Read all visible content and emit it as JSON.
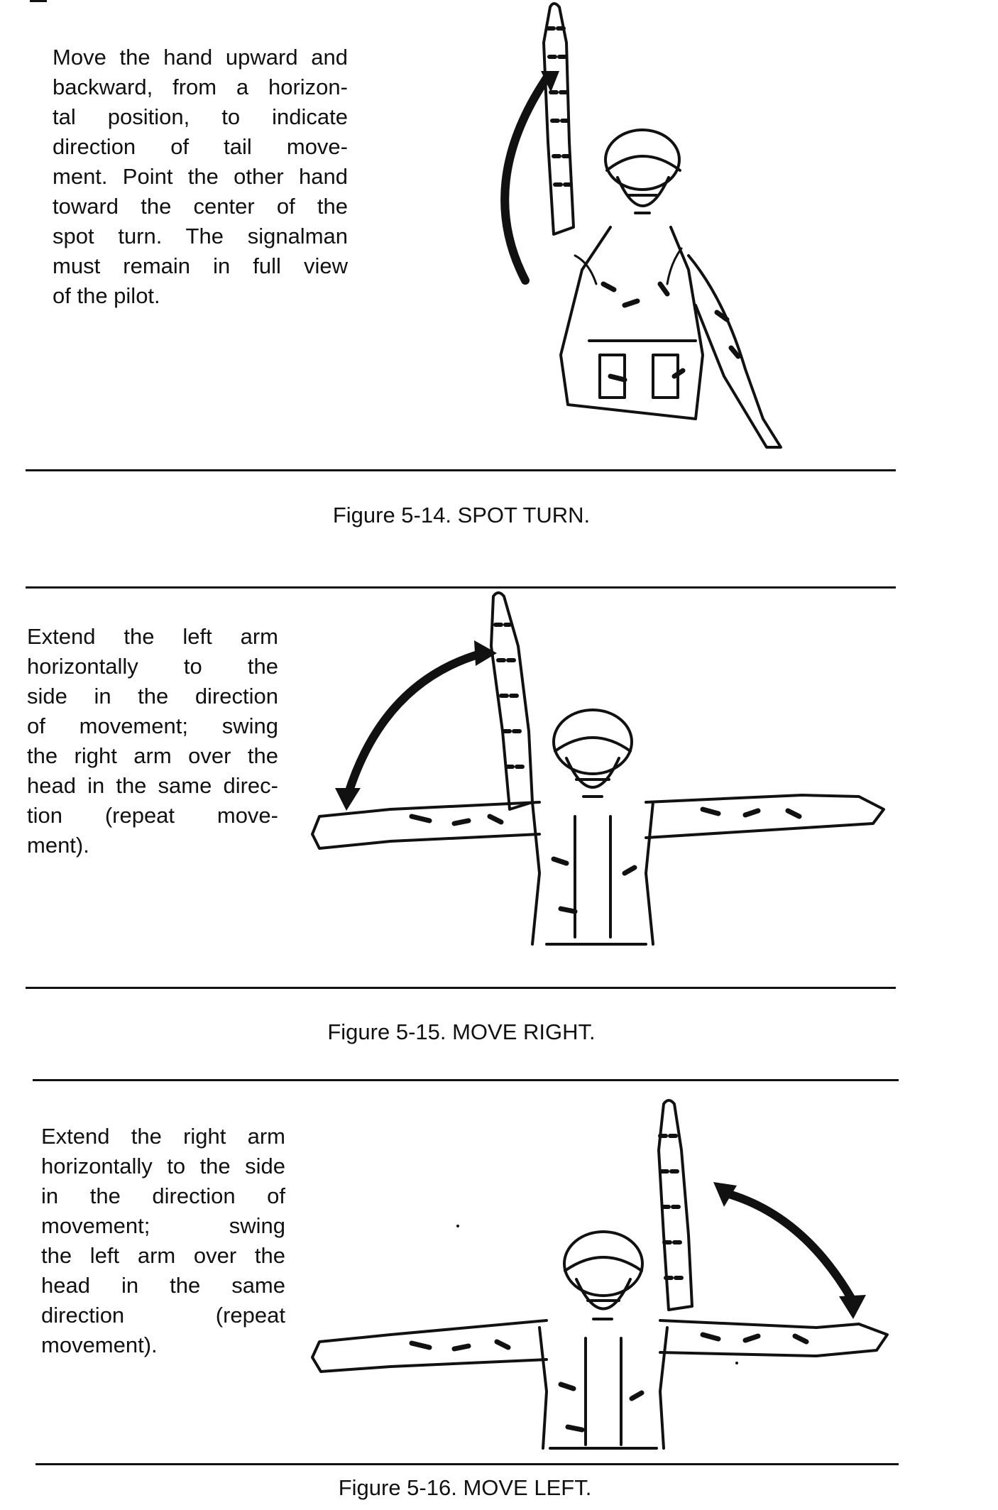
{
  "figures": [
    {
      "instruction_lines": [
        "Move the hand upward and",
        "backward, from a horizon-",
        "tal position, to indicate",
        "direction of tail move-",
        "ment. Point the other hand",
        "toward the center of the",
        "spot turn. The signalman",
        "must remain in full view",
        "of the pilot."
      ],
      "caption": "Figure 5-14.  SPOT TURN."
    },
    {
      "instruction_lines": [
        "Extend the left arm",
        "horizontally to the",
        "side in the direction",
        "of movement; swing",
        "the right arm over the",
        "head in the same direc-",
        "tion (repeat move-",
        "ment)."
      ],
      "caption": "Figure 5-15.  MOVE RIGHT."
    },
    {
      "instruction_lines": [
        "Extend the right arm",
        "horizontally to the side",
        "in the direction of",
        "movement; swing",
        "the left arm over the",
        "head in the same",
        "direction (repeat",
        "movement)."
      ],
      "caption": "Figure 5-16.  MOVE LEFT."
    }
  ],
  "illustrations": {
    "fig1": "signalman-spot-turn-illustration",
    "fig2": "signalman-move-right-illustration",
    "fig3": "signalman-move-left-illustration"
  }
}
